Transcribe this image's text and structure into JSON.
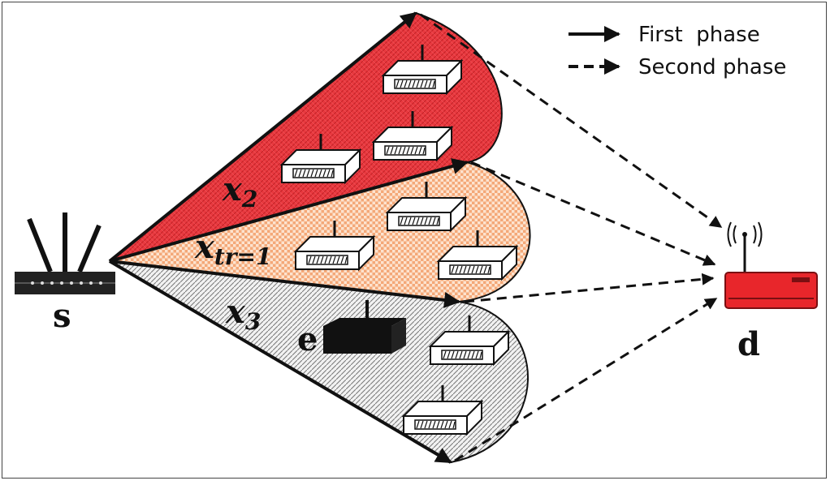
{
  "legend": {
    "first_phase": "First  phase",
    "second_phase": "Second phase"
  },
  "nodes": {
    "source": "s",
    "destination": "d",
    "eavesdropper": "e"
  },
  "sectors": {
    "x2": {
      "base": "x",
      "sub": "2"
    },
    "xtr": {
      "base": "x",
      "sub": "tr=1"
    },
    "x3": {
      "base": "x",
      "sub": "3"
    }
  },
  "colors": {
    "x2_fill": "#e8393f",
    "xtr_fill": "#f6b48a",
    "x3_fill": "#d8d8d8",
    "destination": "#e8262b",
    "eavesdropper": "#111111"
  }
}
